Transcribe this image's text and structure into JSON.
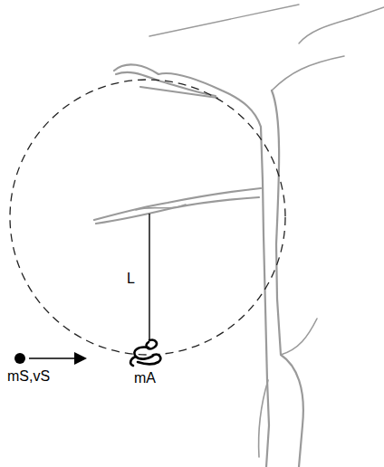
{
  "diagram": {
    "labels": [
      "L",
      "mS,vS",
      "mA"
    ]
  }
}
